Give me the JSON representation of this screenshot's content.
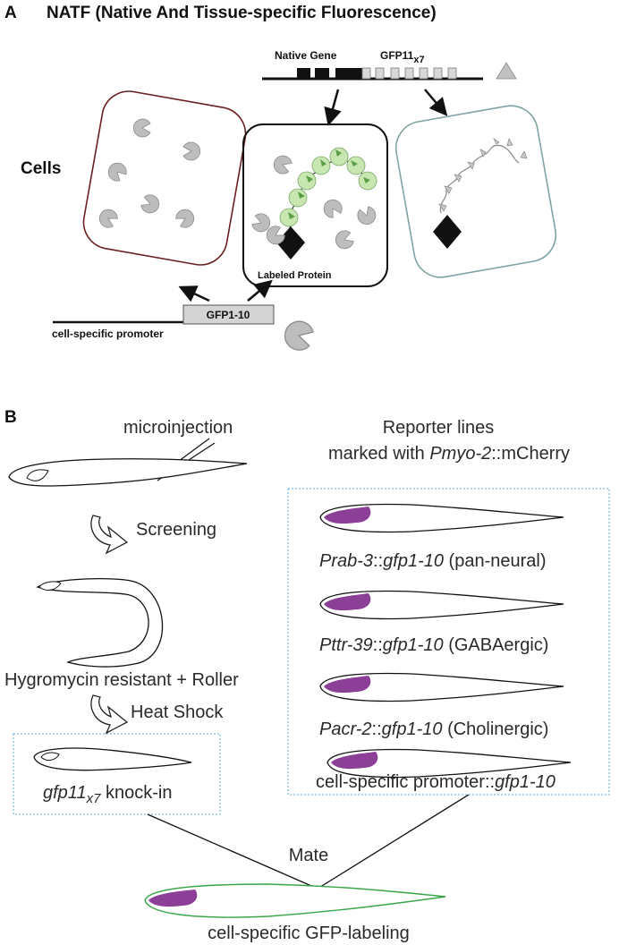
{
  "panel_a": {
    "label": "A",
    "title": "NATF (Native And Tissue-specific Fluorescence)",
    "native_gene": "Native Gene",
    "gfp11_base": "GFP11",
    "gfp11_sub": "x7",
    "cells": "Cells",
    "labeled_protein": "Labeled Protein",
    "gfp1_10": "GFP1-10",
    "promoter": "cell-specific promoter"
  },
  "panel_b": {
    "label": "B",
    "microinjection": "microinjection",
    "screening": "Screening",
    "hygromycin": "Hygromycin resistant + Roller",
    "heat_shock": "Heat Shock",
    "knockin_italic": "gfp11",
    "knockin_sub": "x7",
    "knockin_rest": " knock-in",
    "reporter_title": "Reporter lines",
    "reporter_sub_pre": "marked with ",
    "reporter_sub_italic": "Pmyo-2",
    "reporter_sub_post": "::mCherry",
    "lines": [
      {
        "italic": "Prab-3",
        "mid": "::",
        "italic2": "gfp1-10",
        "post": " (pan-neural)"
      },
      {
        "italic": "Pttr-39",
        "mid": "::",
        "italic2": "gfp1-10",
        "post": " (GABAergic)"
      },
      {
        "italic": "Pacr-2",
        "mid": "::",
        "italic2": "gfp1-10",
        "post": " (Cholinergic)"
      },
      {
        "italic": "",
        "mid": "cell-specific promoter::",
        "italic2": "gfp1-10",
        "post": ""
      }
    ],
    "mate": "Mate",
    "result": "cell-specific GFP-labeling"
  },
  "colors": {
    "cell1_border": "#6b1f1f",
    "cell3_border": "#7fa3a3",
    "box_border": "#5ba8d6",
    "pharynx": "#8b3f96",
    "green_worm": "#3aa64a",
    "gfp_green": "#c8e6b0",
    "gray_pacman": "#bdbdbd"
  }
}
